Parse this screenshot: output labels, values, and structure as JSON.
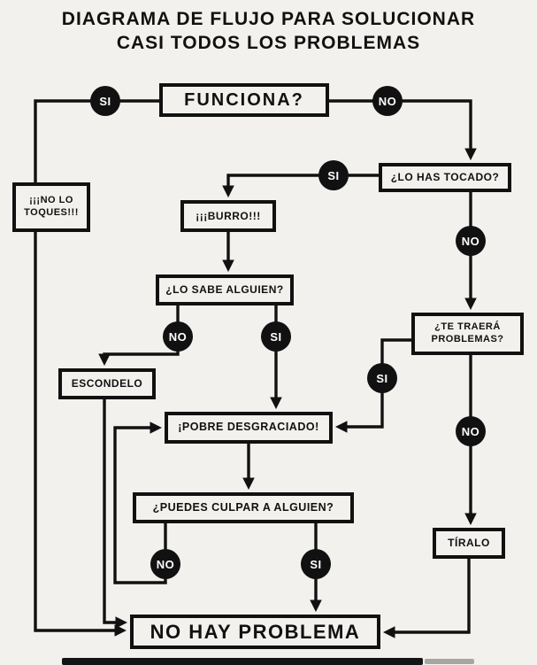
{
  "title": "DIAGRAMA DE FLUJO PARA SOLUCIONAR CASI TODOS LOS PROBLEMAS",
  "nodes": {
    "funciona": "FUNCIONA?",
    "si_funciona": "SI",
    "no_funciona": "NO",
    "lo_has_tocado": "¿LO HAS TOCADO?",
    "si_tocado": "SI",
    "no_tocado": "NO",
    "no_lo_toques": "¡¡¡NO LO TOQUES!!!",
    "burro": "¡¡¡BURRO!!!",
    "lo_sabe_alguien": "¿LO SABE ALGUIEN?",
    "no_sabe": "NO",
    "si_sabe": "SI",
    "escondelo": "ESCONDELO",
    "te_traera_problemas": "¿TE TRAERÁ PROBLEMAS?",
    "si_problemas": "SI",
    "no_problemas": "NO",
    "pobre_desgraciado": "¡POBRE DESGRACIADO!",
    "puedes_culpar": "¿PUEDES CULPAR A ALGUIEN?",
    "no_culpar": "NO",
    "si_culpar": "SI",
    "tiralo": "TÍRALO",
    "no_hay_problema": "NO HAY PROBLEMA"
  },
  "colors": {
    "ink": "#111111",
    "paper": "#f2f1ee"
  }
}
